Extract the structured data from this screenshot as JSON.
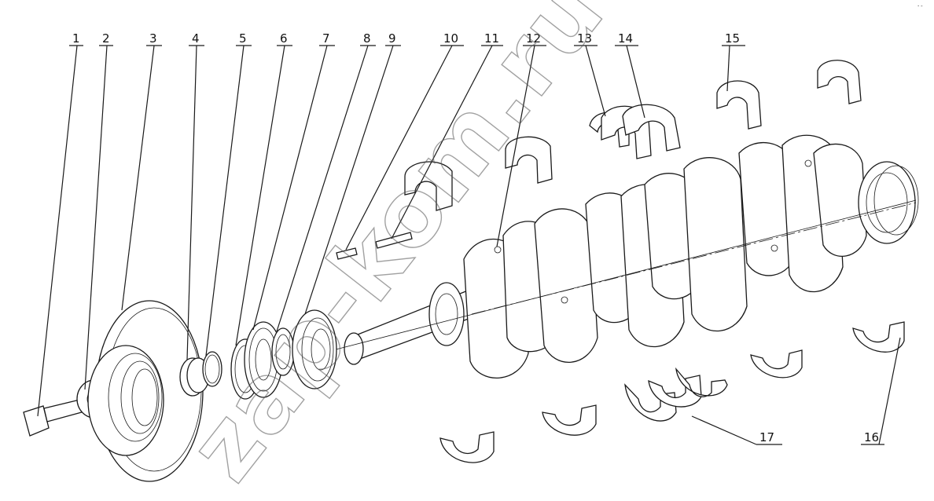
{
  "diagram": {
    "callouts": [
      {
        "id": "1",
        "label": "1"
      },
      {
        "id": "2",
        "label": "2"
      },
      {
        "id": "3",
        "label": "3"
      },
      {
        "id": "4",
        "label": "4"
      },
      {
        "id": "5",
        "label": "5"
      },
      {
        "id": "6",
        "label": "6"
      },
      {
        "id": "7",
        "label": "7"
      },
      {
        "id": "8",
        "label": "8"
      },
      {
        "id": "9",
        "label": "9"
      },
      {
        "id": "10",
        "label": "10"
      },
      {
        "id": "11",
        "label": "11"
      },
      {
        "id": "12",
        "label": "12"
      },
      {
        "id": "13",
        "label": "13"
      },
      {
        "id": "14",
        "label": "14"
      },
      {
        "id": "15",
        "label": "15"
      },
      {
        "id": "16",
        "label": "16"
      },
      {
        "id": "17",
        "label": "17"
      }
    ],
    "watermark": "zap-kom.ru",
    "corner_mark": "·-"
  }
}
